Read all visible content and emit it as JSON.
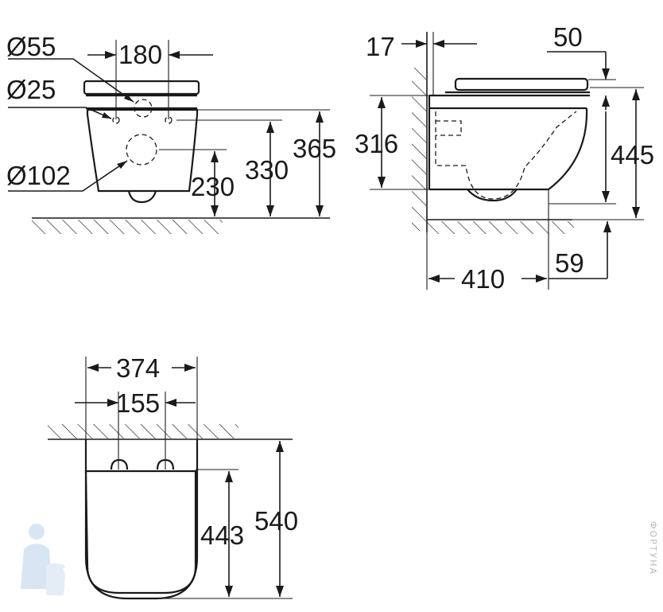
{
  "front_view": {
    "d55": "Ø55",
    "d25": "Ø25",
    "d102": "Ø102",
    "w180": "180",
    "h230": "230",
    "h330": "330",
    "h365": "365"
  },
  "side_view": {
    "w17": "17",
    "w50": "50",
    "h316": "316",
    "h445": "445",
    "w410": "410",
    "h59": "59"
  },
  "top_view": {
    "w374": "374",
    "w155": "155",
    "h443": "443",
    "h540": "540"
  },
  "watermark": {
    "text": "ФОРТУНА"
  },
  "colors": {
    "line": "#1a1a1a",
    "logo": "#b9d3ea",
    "watermark": "#b8b8b8"
  }
}
